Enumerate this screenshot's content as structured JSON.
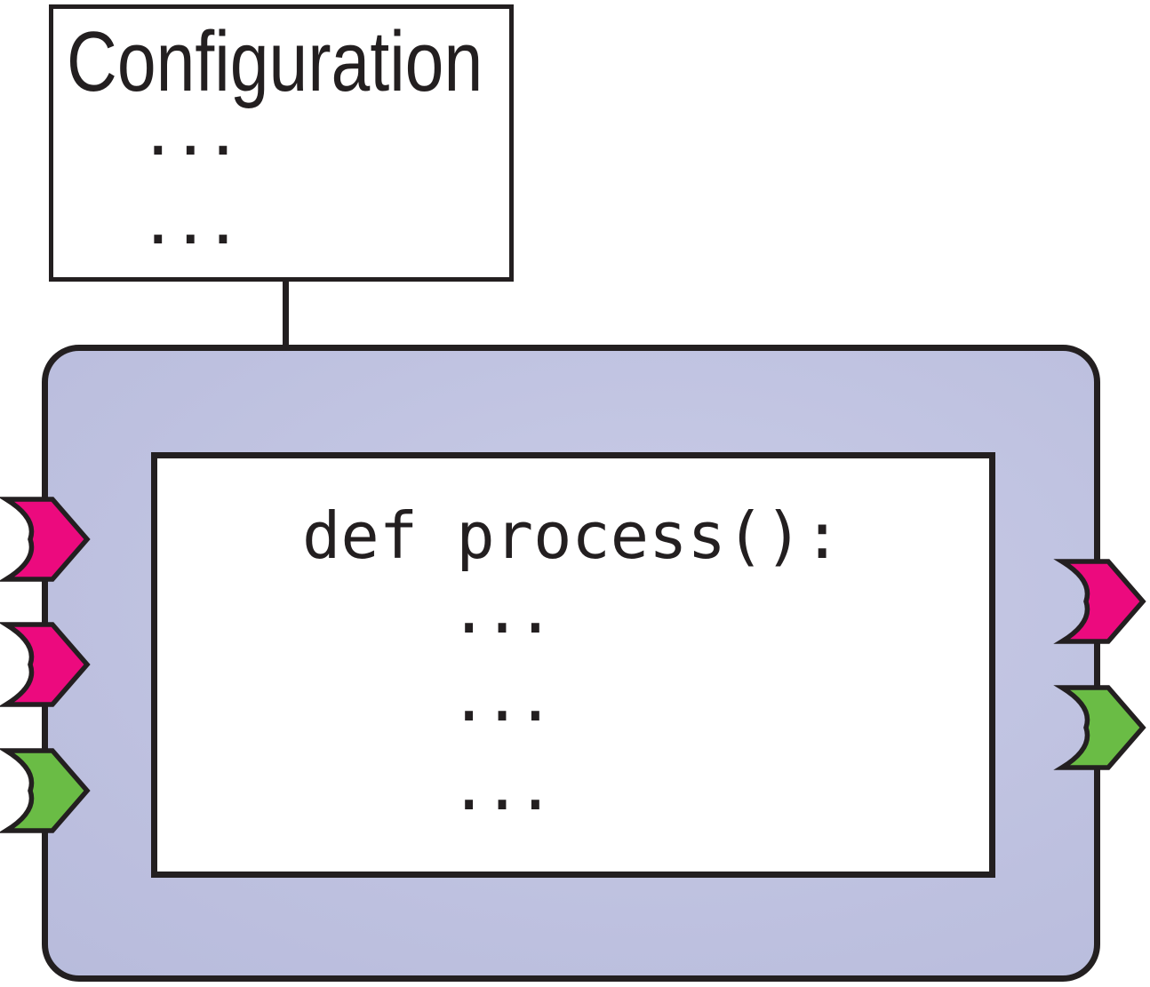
{
  "colors": {
    "magenta": "#EC0A7E",
    "green": "#6ABC45",
    "outline": "#231F20",
    "box_fill": "#FFFFFF",
    "module_fill_light": "#C9CCE7",
    "module_fill_mid": "#BDC0DF",
    "module_fill_dark": "#B2B6D8"
  },
  "config_box": {
    "title": "Configuration",
    "ellipsis_lines": [
      "...",
      "..."
    ]
  },
  "process_module": {
    "code_line": "def process():",
    "ellipsis_lines": [
      "...",
      "...",
      "..."
    ]
  },
  "ports": {
    "inputs": [
      {
        "color": "magenta"
      },
      {
        "color": "magenta"
      },
      {
        "color": "green"
      }
    ],
    "outputs": [
      {
        "color": "magenta"
      },
      {
        "color": "green"
      }
    ]
  }
}
